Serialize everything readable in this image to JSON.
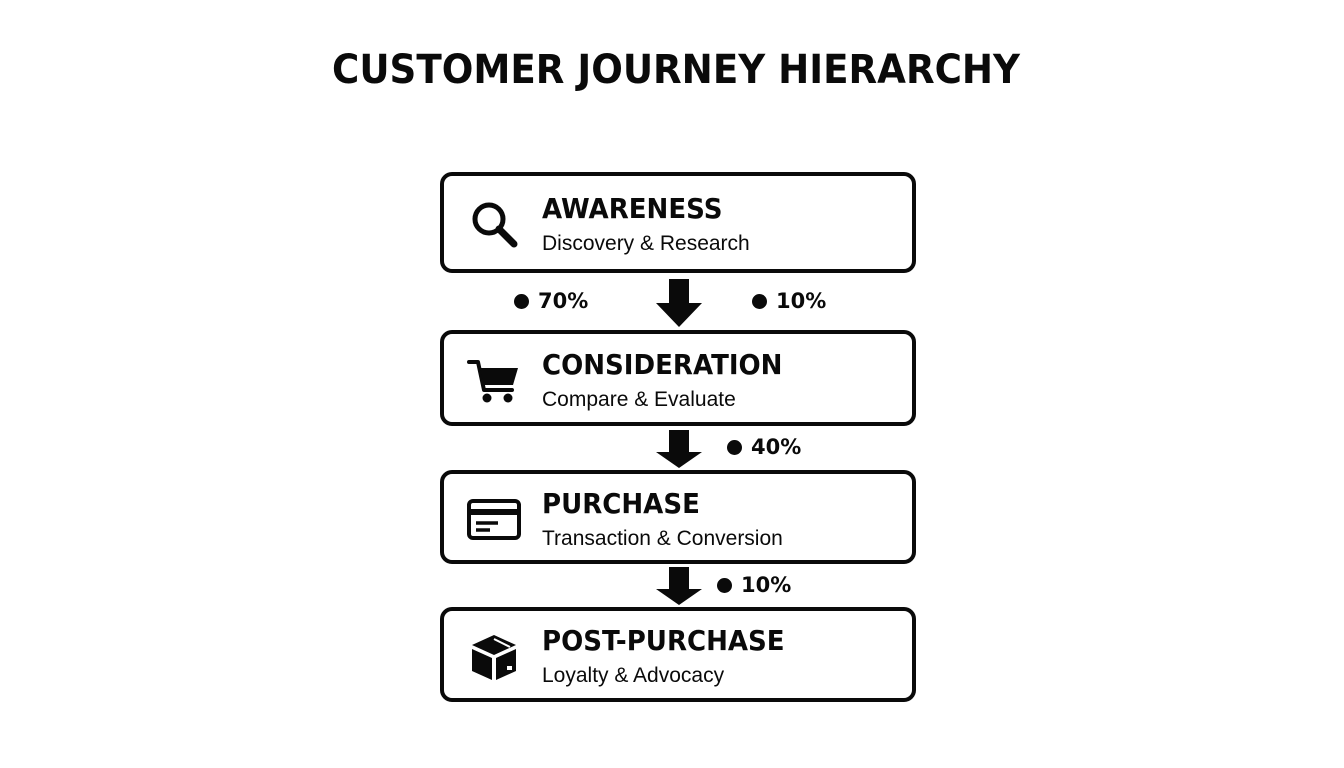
{
  "title": "CUSTOMER JOURNEY HIERARCHY",
  "stages": [
    {
      "name": "AWARENESS",
      "description": "Discovery & Research",
      "icon": "search-icon"
    },
    {
      "name": "CONSIDERATION",
      "description": "Compare & Evaluate",
      "icon": "shopping-cart-icon"
    },
    {
      "name": "PURCHASE",
      "description": "Transaction & Conversion",
      "icon": "credit-card-icon"
    },
    {
      "name": "POST-PURCHASE",
      "description": "Loyalty & Advocacy",
      "icon": "package-box-icon"
    }
  ],
  "metrics": {
    "awareness_left": "70%",
    "awareness_right": "10%",
    "consideration": "40%",
    "purchase": "10%"
  },
  "colors": {
    "ink": "#0a0a0a",
    "background": "#ffffff"
  }
}
